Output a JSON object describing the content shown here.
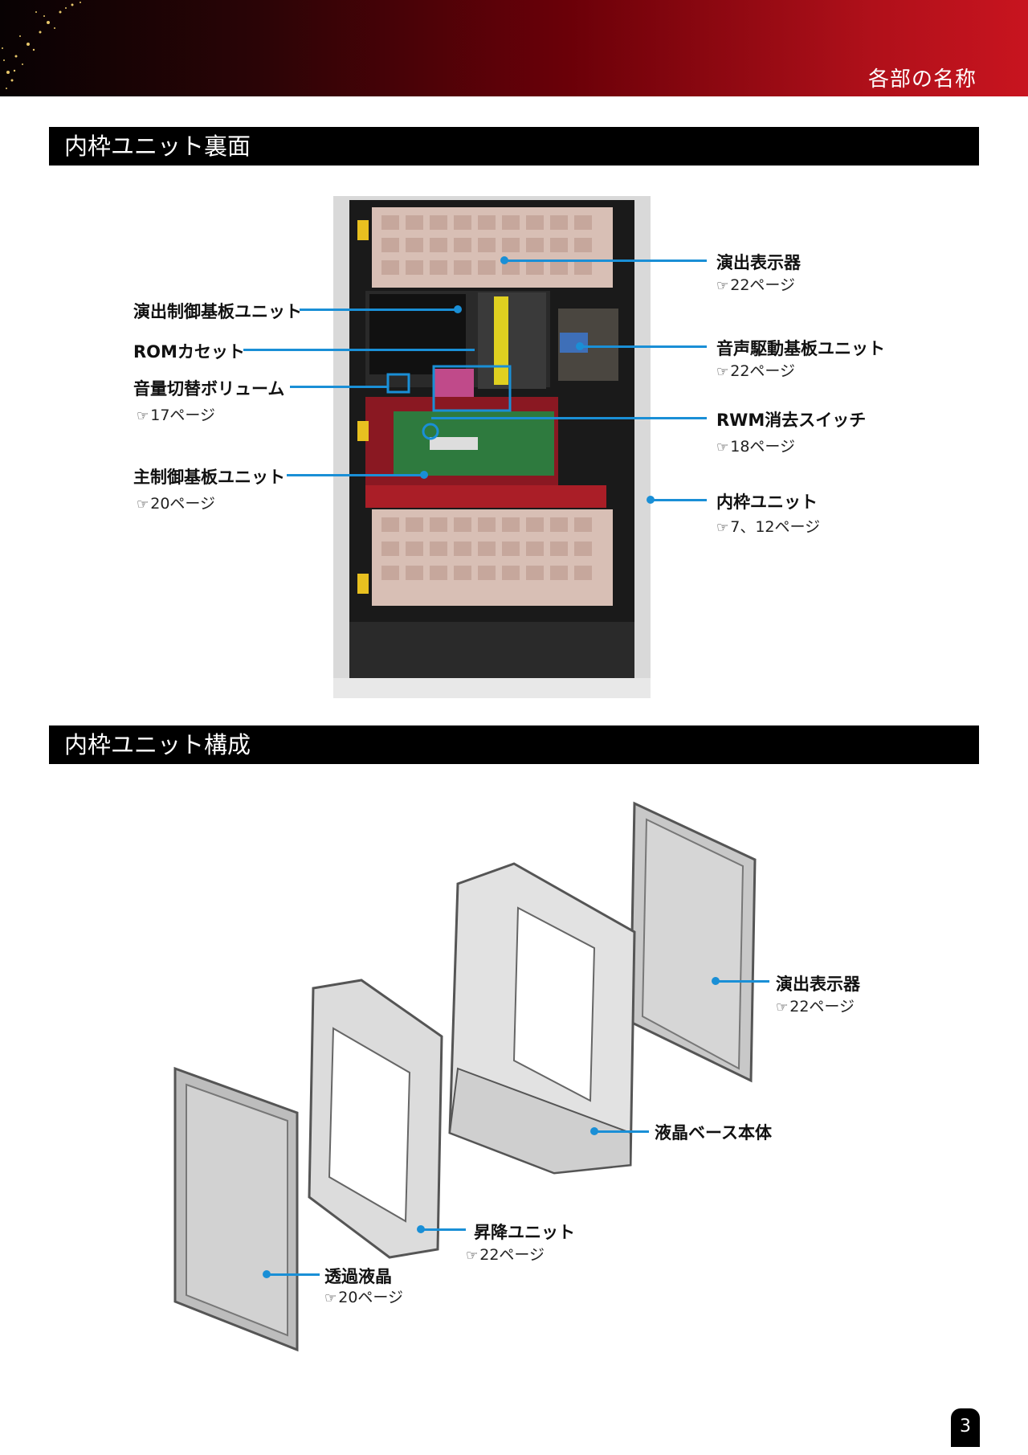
{
  "header": {
    "title": "各部の名称"
  },
  "sections": {
    "rear": {
      "title": "内枠ユニット裏面"
    },
    "config": {
      "title": "内枠ユニット構成"
    }
  },
  "rear_labels": {
    "enshutsu_hyoujiki": {
      "label": "演出表示器",
      "ref": "22ページ"
    },
    "enshutsu_seigyo": {
      "label": "演出制御基板ユニット"
    },
    "onsei_kudou": {
      "label": "音声駆動基板ユニット",
      "ref": "22ページ"
    },
    "rom_cassette": {
      "label": "ROMカセット"
    },
    "onryou": {
      "label": "音量切替ボリューム",
      "ref": "17ページ"
    },
    "rwm": {
      "label": "RWM消去スイッチ",
      "ref": "18ページ"
    },
    "shu_seigyo": {
      "label": "主制御基板ユニット",
      "ref": "20ページ"
    },
    "uchiwaku": {
      "label": "内枠ユニット",
      "ref": "7、12ページ"
    }
  },
  "config_labels": {
    "enshutsu_hyoujiki": {
      "label": "演出表示器",
      "ref": "22ページ"
    },
    "ekisho_base": {
      "label": "液晶ベース本体"
    },
    "shoukou": {
      "label": "昇降ユニット",
      "ref": "22ページ"
    },
    "touka_ekisho": {
      "label": "透過液晶",
      "ref": "20ページ"
    }
  },
  "icons": {
    "ref_icon": "pointing-hand-icon"
  },
  "page_number": "3",
  "colors": {
    "accent_line": "#1a8fd6",
    "banner_red": "#c8141f",
    "bar": "#000000"
  }
}
